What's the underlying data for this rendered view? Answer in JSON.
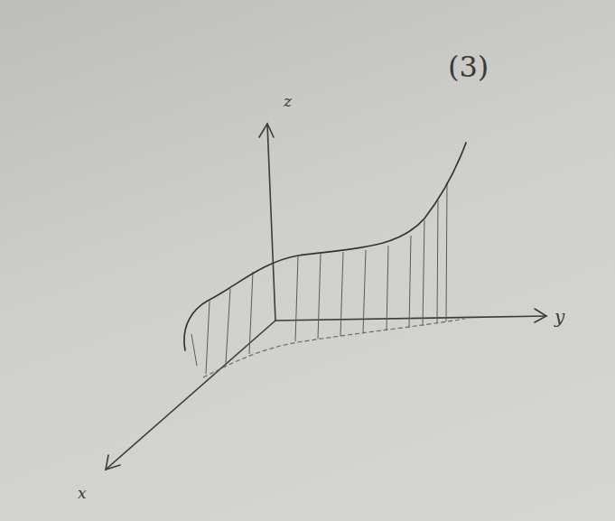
{
  "diagram": {
    "labels": [
      "(3)",
      "z",
      "y",
      "x"
    ]
  }
}
